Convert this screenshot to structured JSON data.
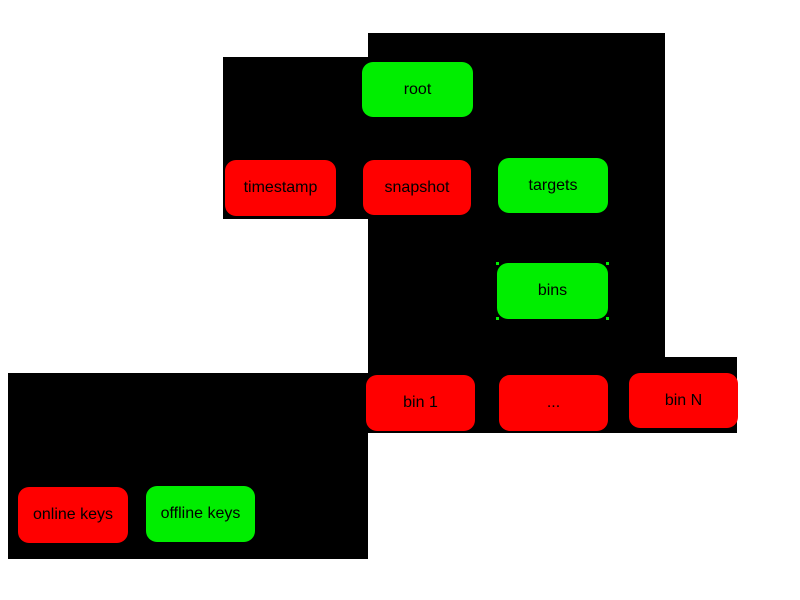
{
  "colors": {
    "red": "#ff0000",
    "green": "#00ee00",
    "panel": "#000000",
    "background": "#ffffff",
    "text": "#000000"
  },
  "nodes": [
    {
      "label": "root",
      "color": "green"
    },
    {
      "label": "timestamp",
      "color": "red"
    },
    {
      "label": "snapshot",
      "color": "red"
    },
    {
      "label": "targets",
      "color": "green"
    },
    {
      "label": "bins",
      "color": "green",
      "selected": true
    },
    {
      "label": "bin 1",
      "color": "red"
    },
    {
      "label": "...",
      "color": "red"
    },
    {
      "label": "bin N",
      "color": "red"
    },
    {
      "label": "online keys",
      "color": "red"
    },
    {
      "label": "offline keys",
      "color": "green"
    }
  ]
}
